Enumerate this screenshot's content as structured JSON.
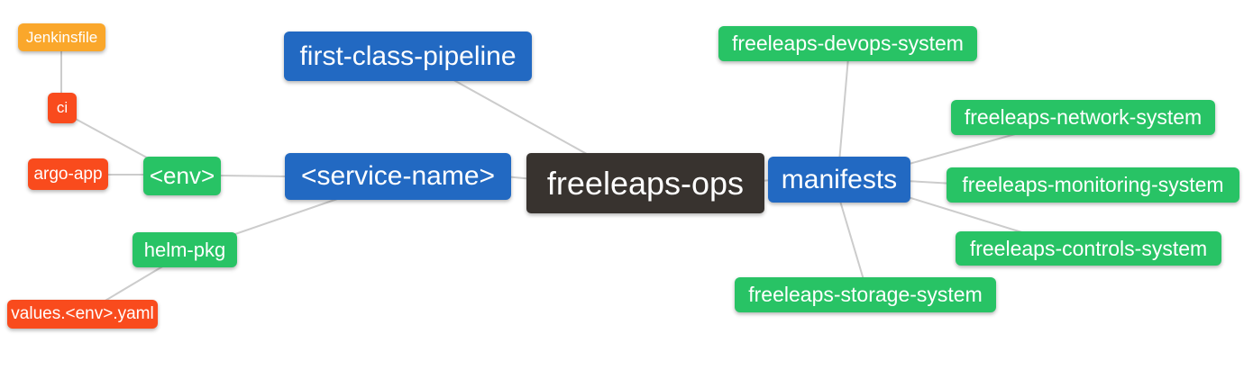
{
  "diagram": {
    "type": "mindmap",
    "root": "freeleaps-ops",
    "colors": {
      "blue": "#2269c2",
      "green": "#28c365",
      "red": "#f94b1d",
      "orange": "#faa72b",
      "dark": "#38332f",
      "edge": "#cccccc",
      "text": "#ffffff",
      "background": "#ffffff"
    },
    "nodes": {
      "jenkinsfile": {
        "label": "Jenkinsfile"
      },
      "ci": {
        "label": "ci"
      },
      "argo_app": {
        "label": "argo-app"
      },
      "env": {
        "label": "<env>"
      },
      "helm_pkg": {
        "label": "helm-pkg"
      },
      "values_env_yaml": {
        "label": "values.<env>.yaml"
      },
      "first_class_pipeline": {
        "label": "first-class-pipeline"
      },
      "service_name": {
        "label": "<service-name>"
      },
      "freeleaps_ops": {
        "label": "freeleaps-ops"
      },
      "manifests": {
        "label": "manifests"
      },
      "devops_system": {
        "label": "freeleaps-devops-system"
      },
      "network_system": {
        "label": "freeleaps-network-system"
      },
      "monitoring_system": {
        "label": "freeleaps-monitoring-system"
      },
      "controls_system": {
        "label": "freeleaps-controls-system"
      },
      "storage_system": {
        "label": "freeleaps-storage-system"
      }
    },
    "edges": [
      [
        "jenkinsfile",
        "ci"
      ],
      [
        "ci",
        "env"
      ],
      [
        "argo_app",
        "env"
      ],
      [
        "env",
        "service_name"
      ],
      [
        "helm_pkg",
        "service_name"
      ],
      [
        "values_env_yaml",
        "helm_pkg"
      ],
      [
        "first_class_pipeline",
        "freeleaps_ops"
      ],
      [
        "service_name",
        "freeleaps_ops"
      ],
      [
        "freeleaps_ops",
        "manifests"
      ],
      [
        "manifests",
        "devops_system"
      ],
      [
        "manifests",
        "network_system"
      ],
      [
        "manifests",
        "monitoring_system"
      ],
      [
        "manifests",
        "controls_system"
      ],
      [
        "manifests",
        "storage_system"
      ]
    ]
  }
}
